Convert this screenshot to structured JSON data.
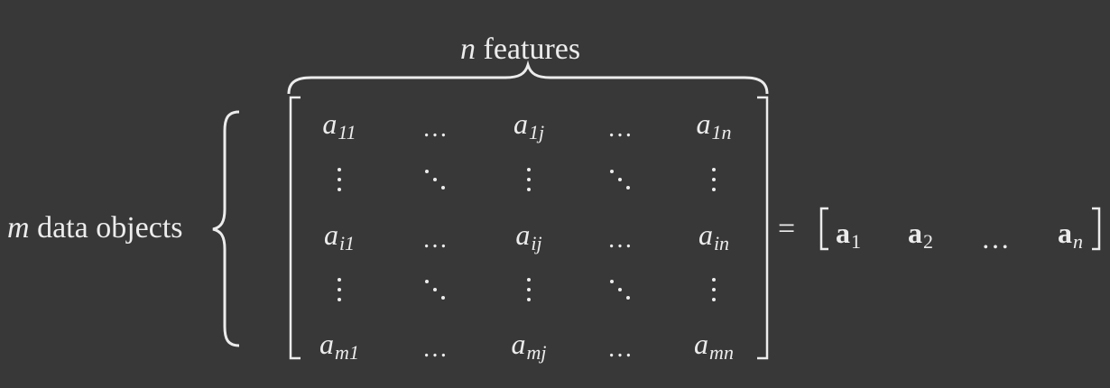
{
  "top_label": {
    "var": "n",
    "text": "features"
  },
  "left_label": {
    "var": "m",
    "text": "data objects"
  },
  "matrix": {
    "rows": [
      [
        {
          "b": "a",
          "s": "11"
        },
        {
          "dots": "…"
        },
        {
          "b": "a",
          "s": "1j"
        },
        {
          "dots": "…"
        },
        {
          "b": "a",
          "s": "1n"
        }
      ],
      [
        {
          "vdots": "⋮"
        },
        {
          "ddots": "⋱"
        },
        {
          "vdots": "⋮"
        },
        {
          "ddots": "⋱"
        },
        {
          "vdots": "⋮"
        }
      ],
      [
        {
          "b": "a",
          "s": "i1"
        },
        {
          "dots": "…"
        },
        {
          "b": "a",
          "s": "ij"
        },
        {
          "dots": "…"
        },
        {
          "b": "a",
          "s": "in"
        }
      ],
      [
        {
          "vdots": "⋮"
        },
        {
          "ddots": "⋱"
        },
        {
          "vdots": "⋮"
        },
        {
          "ddots": "⋱"
        },
        {
          "vdots": "⋮"
        }
      ],
      [
        {
          "b": "a",
          "s": "m1"
        },
        {
          "dots": "…"
        },
        {
          "b": "a",
          "s": "mj"
        },
        {
          "dots": "…"
        },
        {
          "b": "a",
          "s": "mn"
        }
      ]
    ]
  },
  "equals": "=",
  "row_vector": [
    {
      "b": "a",
      "s": "1"
    },
    {
      "b": "a",
      "s": "2"
    },
    {
      "dots": "…"
    },
    {
      "b": "a",
      "s": "n"
    }
  ],
  "colors": {
    "background": "#383838",
    "foreground": "#ececec"
  }
}
